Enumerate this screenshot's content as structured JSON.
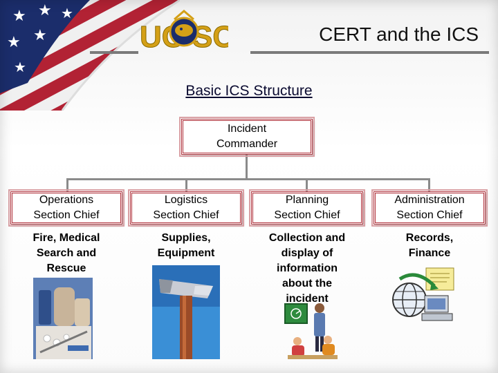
{
  "header": {
    "title": "CERT and the ICS",
    "logo_text_left": "UC",
    "logo_text_right": "SC"
  },
  "diagram": {
    "subtitle": "Basic ICS Structure",
    "commander": "Incident\nCommander",
    "sections": [
      {
        "label": "Operations\nSection Chief",
        "duty": "Fire, Medical\nSearch and\nRescue",
        "icon": "medical-supplies-image"
      },
      {
        "label": "Logistics\nSection Chief",
        "duty": "Supplies,\nEquipment",
        "icon": "hammer-image"
      },
      {
        "label": "Planning\nSection Chief",
        "duty": "Collection and\ndisplay of\ninformation\nabout the\nincident",
        "icon": "classroom-teacher-image"
      },
      {
        "label": "Administration\nSection Chief",
        "duty": "Records,\nFinance",
        "icon": "computer-globe-image"
      }
    ]
  },
  "colors": {
    "box_border": "#b0303a",
    "connector": "#8a8a8a",
    "flag_blue": "#1b2d6b",
    "flag_red": "#b22234",
    "logo_gold": "#d4a017"
  }
}
